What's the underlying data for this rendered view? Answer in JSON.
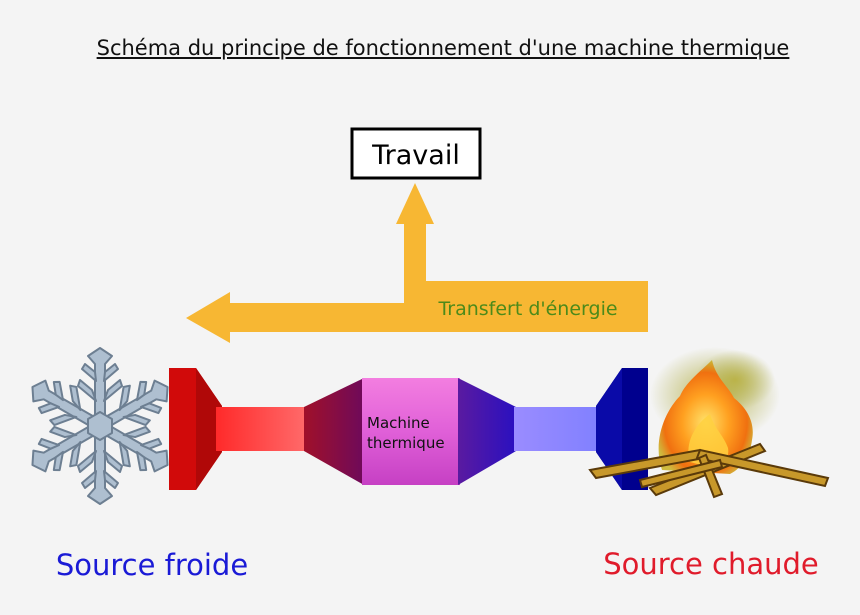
{
  "title": "Schéma du principe de fonctionnement d'une machine thermique",
  "work_label": "Travail",
  "energy_transfer_label": "Transfert d'énergie",
  "machine_label_line1": "Machine",
  "machine_label_line2": "thermique",
  "cold_source_label": "Source froide",
  "hot_source_label": "Source chaude",
  "colors": {
    "arrow": "#f7b733",
    "energy_text": "#4c8a1a",
    "cold_text": "#1a1ad6",
    "hot_text": "#e01b2b"
  },
  "icons": [
    "snowflake-icon",
    "fire-icon"
  ]
}
